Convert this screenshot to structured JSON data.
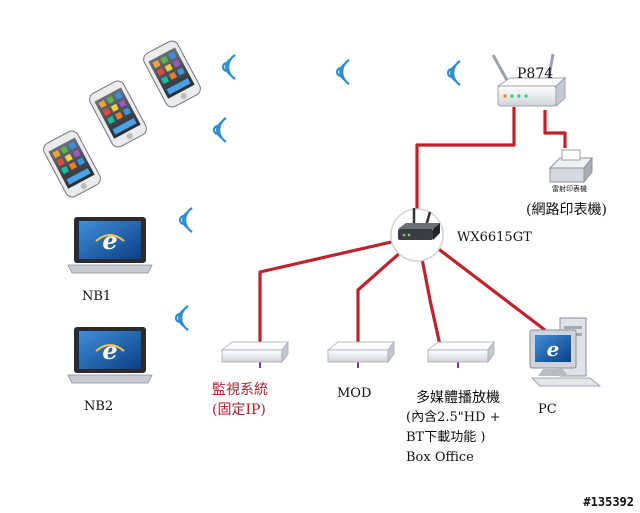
{
  "devices": {
    "router_label": "P874",
    "switch_label": "WX6615GT",
    "printer_caption": "雷射印表機",
    "printer_label": "(網路印表機)",
    "nb1_label": "NB1",
    "nb2_label": "NB2",
    "surveillance_line1": "監視系統",
    "surveillance_line2": "(固定IP)",
    "mod_label": "MOD",
    "media_line1": "多媒體播放機",
    "media_line2": "(內含2.5\"HD +",
    "media_line3": "BT下載功能 )",
    "media_line4": "Box Office",
    "pc_label": "PC"
  },
  "watermark": "#135392",
  "colors": {
    "cable": "#c0222c",
    "wifi": "#2a8fd6",
    "device_body": "#eceef2"
  },
  "icons": [
    "phone-icon",
    "laptop-icon",
    "router-icon",
    "switch-icon",
    "printer-icon",
    "settop-box-icon",
    "desktop-pc-icon",
    "wifi-signal-icon",
    "internet-explorer-icon"
  ]
}
